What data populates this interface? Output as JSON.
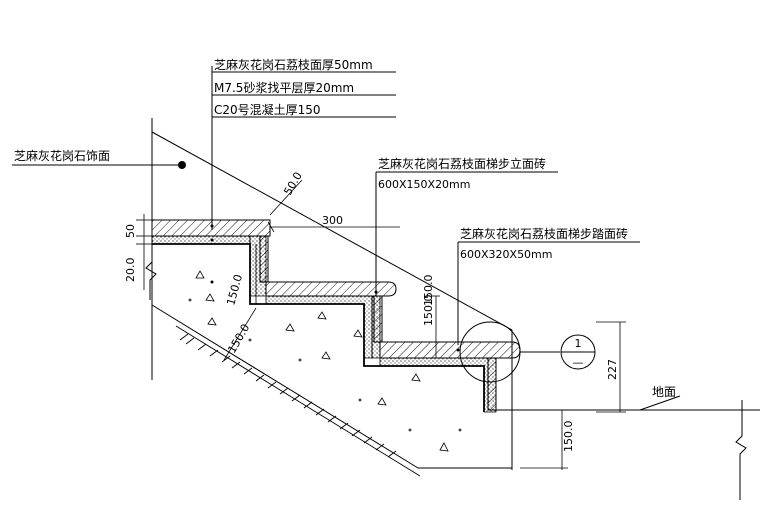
{
  "layers": [
    "芝麻灰花岗石荔枝面厚50mm",
    "M7.5砂浆找平层厚20mm",
    "C20号混凝土厚150"
  ],
  "facing": "芝麻灰花岗石饰面",
  "riser_tile": {
    "name": "芝麻灰花岗石荔枝面梯步立面砖",
    "size": "600X150X20mm"
  },
  "tread_tile": {
    "name": "芝麻灰花岗石荔枝面梯步踏面砖",
    "size": "600X320X50mm"
  },
  "ground": "地面",
  "detail_mark": {
    "top": "1",
    "bottom": "—"
  },
  "dims": {
    "d50_diag": "50.0",
    "d300": "300",
    "d50_left": "50",
    "d20_left": "20.0",
    "d150_riser1": "150.0",
    "d150_diag": "150.0",
    "d150_riser2": "150.0",
    "d150_riser3": "150.0",
    "d227": "227",
    "d150_bottom": "150.0"
  },
  "colors": {
    "line": "#000000",
    "background": "#ffffff"
  }
}
